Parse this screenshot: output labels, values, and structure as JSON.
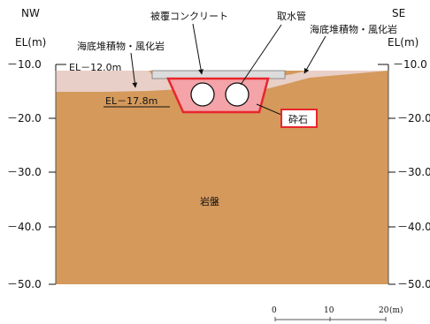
{
  "directions": {
    "left": "NW",
    "right": "SE"
  },
  "axis": {
    "unit_label_left": "EL(m)",
    "unit_label_right": "EL(m)",
    "ticks": [
      "－10.0",
      "－20.0",
      "－30.0",
      "－40.0",
      "－50.0"
    ]
  },
  "labels": {
    "cover_concrete": "被覆コンクリート",
    "intake_pipe": "取水管",
    "seabed_left": "海底堆積物・風化岩",
    "seabed_right": "海底堆積物・風化岩",
    "el_upper": "EL－12.0m",
    "el_lower": "EL－17.8m",
    "crushed_stone": "砕石",
    "bedrock": "岩盤"
  },
  "scale_bar": {
    "ticks": [
      "0",
      "10",
      "20"
    ],
    "unit": "(m)"
  },
  "colors": {
    "bedrock": "#D4995B",
    "sediment": "#E8CFC7",
    "crushed_stone": "#F4A3A8",
    "highlight_red": "#E8262C",
    "concrete": "#DCDCDC"
  }
}
